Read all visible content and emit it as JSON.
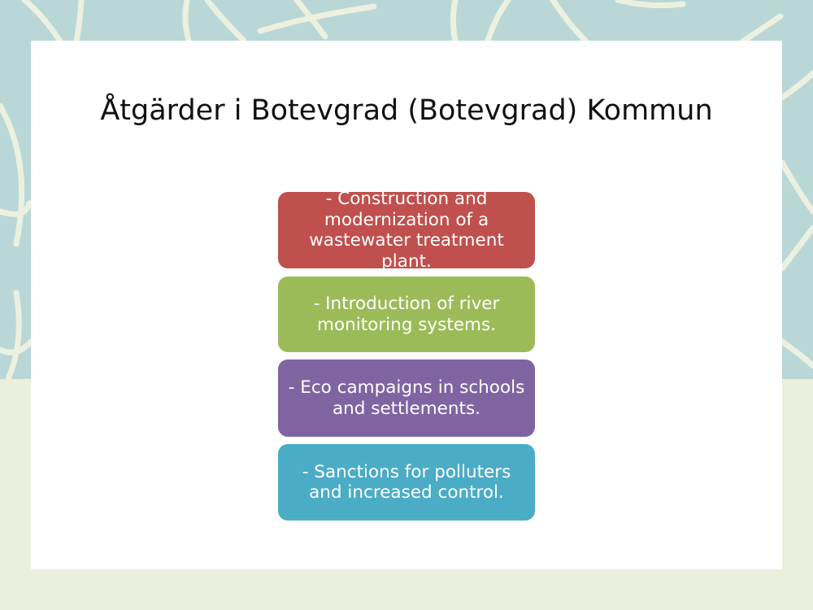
{
  "slide": {
    "title": "Åtgärder i Botevgrad (Botevgrad) Kommun",
    "items": [
      {
        "text": "- Construction and modernization of a wastewater treatment plant.",
        "color": "#C0504D"
      },
      {
        "text": "- Introduction of river monitoring systems.",
        "color": "#9BBB59"
      },
      {
        "text": "- Eco campaigns in schools and settlements.",
        "color": "#8064A2"
      },
      {
        "text": "- Sanctions for polluters and increased control.",
        "color": "#4BACC6"
      }
    ]
  },
  "theme": {
    "background_pattern": "#B9D7D7",
    "leaf_color": "#ECF0DF",
    "background_bottom": "#EBEFDE",
    "card": "#FFFFFF"
  }
}
